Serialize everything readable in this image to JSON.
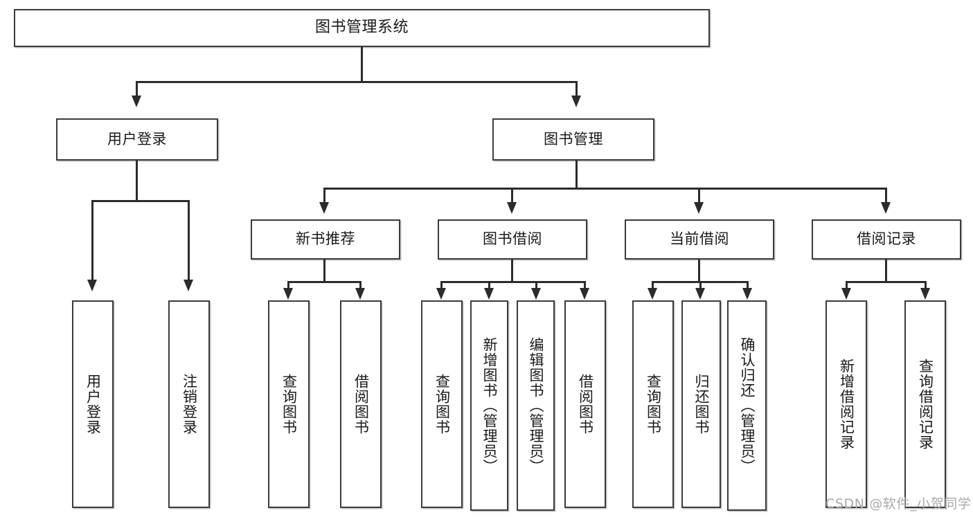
{
  "diagram": {
    "title": "图书管理系统",
    "type": "functional-decomposition-tree",
    "root": {
      "label": "图书管理系统",
      "orientation": "horizontal"
    },
    "level2": [
      {
        "id": "user-login",
        "label": "用户登录",
        "orientation": "horizontal"
      },
      {
        "id": "book-management",
        "label": "图书管理",
        "orientation": "horizontal"
      }
    ],
    "level3": [
      {
        "id": "new-book-recommend",
        "label": "新书推荐",
        "orientation": "horizontal",
        "parent": "book-management"
      },
      {
        "id": "book-borrow",
        "label": "图书借阅",
        "orientation": "horizontal",
        "parent": "book-management"
      },
      {
        "id": "current-borrow",
        "label": "当前借阅",
        "orientation": "horizontal",
        "parent": "book-management"
      },
      {
        "id": "borrow-record",
        "label": "借阅记录",
        "orientation": "horizontal",
        "parent": "book-management"
      }
    ],
    "leaves": [
      {
        "id": "leaf-user-login",
        "label": "用户登录",
        "parent": "user-login",
        "orientation": "vertical"
      },
      {
        "id": "leaf-user-logout",
        "label": "注销登录",
        "parent": "user-login",
        "orientation": "vertical"
      },
      {
        "id": "leaf-query-book-1",
        "label": "查询图书",
        "parent": "new-book-recommend",
        "orientation": "vertical"
      },
      {
        "id": "leaf-borrow-book-1",
        "label": "借阅图书",
        "parent": "new-book-recommend",
        "orientation": "vertical"
      },
      {
        "id": "leaf-query-book-2",
        "label": "查询图书",
        "parent": "book-borrow",
        "orientation": "vertical"
      },
      {
        "id": "leaf-add-book",
        "label": "新增图书（管理员）",
        "parent": "book-borrow",
        "orientation": "vertical"
      },
      {
        "id": "leaf-edit-book",
        "label": "编辑图书（管理员）",
        "parent": "book-borrow",
        "orientation": "vertical"
      },
      {
        "id": "leaf-borrow-book-2",
        "label": "借阅图书",
        "parent": "book-borrow",
        "orientation": "vertical"
      },
      {
        "id": "leaf-query-book-3",
        "label": "查询图书",
        "parent": "current-borrow",
        "orientation": "vertical"
      },
      {
        "id": "leaf-return-book",
        "label": "归还图书",
        "parent": "current-borrow",
        "orientation": "vertical"
      },
      {
        "id": "leaf-confirm-return",
        "label": "确认归还（管理员）",
        "parent": "current-borrow",
        "orientation": "vertical"
      },
      {
        "id": "leaf-add-record",
        "label": "新增借阅记录",
        "parent": "borrow-record",
        "orientation": "vertical"
      },
      {
        "id": "leaf-query-record",
        "label": "查询借阅记录",
        "parent": "borrow-record",
        "orientation": "vertical"
      }
    ]
  },
  "watermark": {
    "text": "CSDN @软件_小贺同学"
  },
  "colors": {
    "stroke": "#3b3b3b",
    "line": "#2b2b2b",
    "text": "#1a1a1a",
    "background": "#ffffff",
    "watermark": "#a8a8a8"
  }
}
